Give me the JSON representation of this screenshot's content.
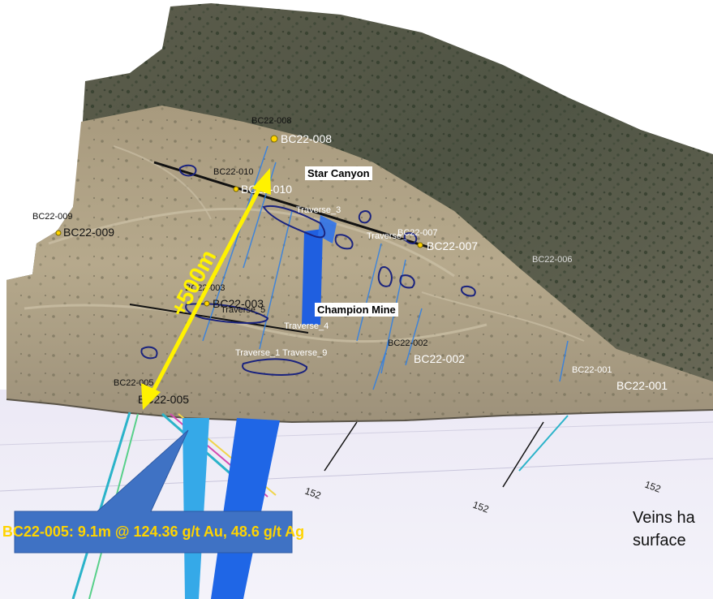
{
  "labels": {
    "star_canyon": "Star Canyon",
    "champion_mine": "Champion Mine",
    "scale_bar": "+500m"
  },
  "callout": {
    "text": "BC22-005: 9.1m @ 124.36 g/t Au, 48.6 g/t Ag",
    "fill": "#3f72c4",
    "text_color": "#ffd400"
  },
  "note": {
    "line1": "Veins ha",
    "line2": "surface"
  },
  "drillholes": {
    "bc22_008_small": "BC22-008",
    "bc22_008": "BC22-008",
    "bc22_010_small": "BC22-010",
    "bc22_010": "BC22-010",
    "bc22_009_small": "BC22-009",
    "bc22_009": "BC22-009",
    "bc22_007_small": "BC22-007",
    "bc22_007": "BC22-007",
    "bc22_006_small": "BC22-006",
    "bc22_003_small": "BC22-003",
    "bc22_003": "BC22-003",
    "bc22_002_small": "BC22-002",
    "bc22_002": "BC22-002",
    "bc22_001_small": "BC22-001",
    "bc22_001": "BC22-001",
    "bc22_005_small": "BC22-005",
    "bc22_005": "BC22-005"
  },
  "traverses": {
    "t3": "Traverse_3",
    "t_upper": "Traverse_",
    "t5": "Traverse_5",
    "t4": "Traverse_4",
    "t_lower": "Traverse_1 Traverse_9"
  },
  "depth_marks": {
    "a": "152",
    "b": "152",
    "c": "152"
  },
  "colors": {
    "scale_arrow": "#fff200",
    "vein_outline": "#1a237e",
    "vein_fill": "#1f5fe0",
    "section_bg": "#eceaf6"
  }
}
